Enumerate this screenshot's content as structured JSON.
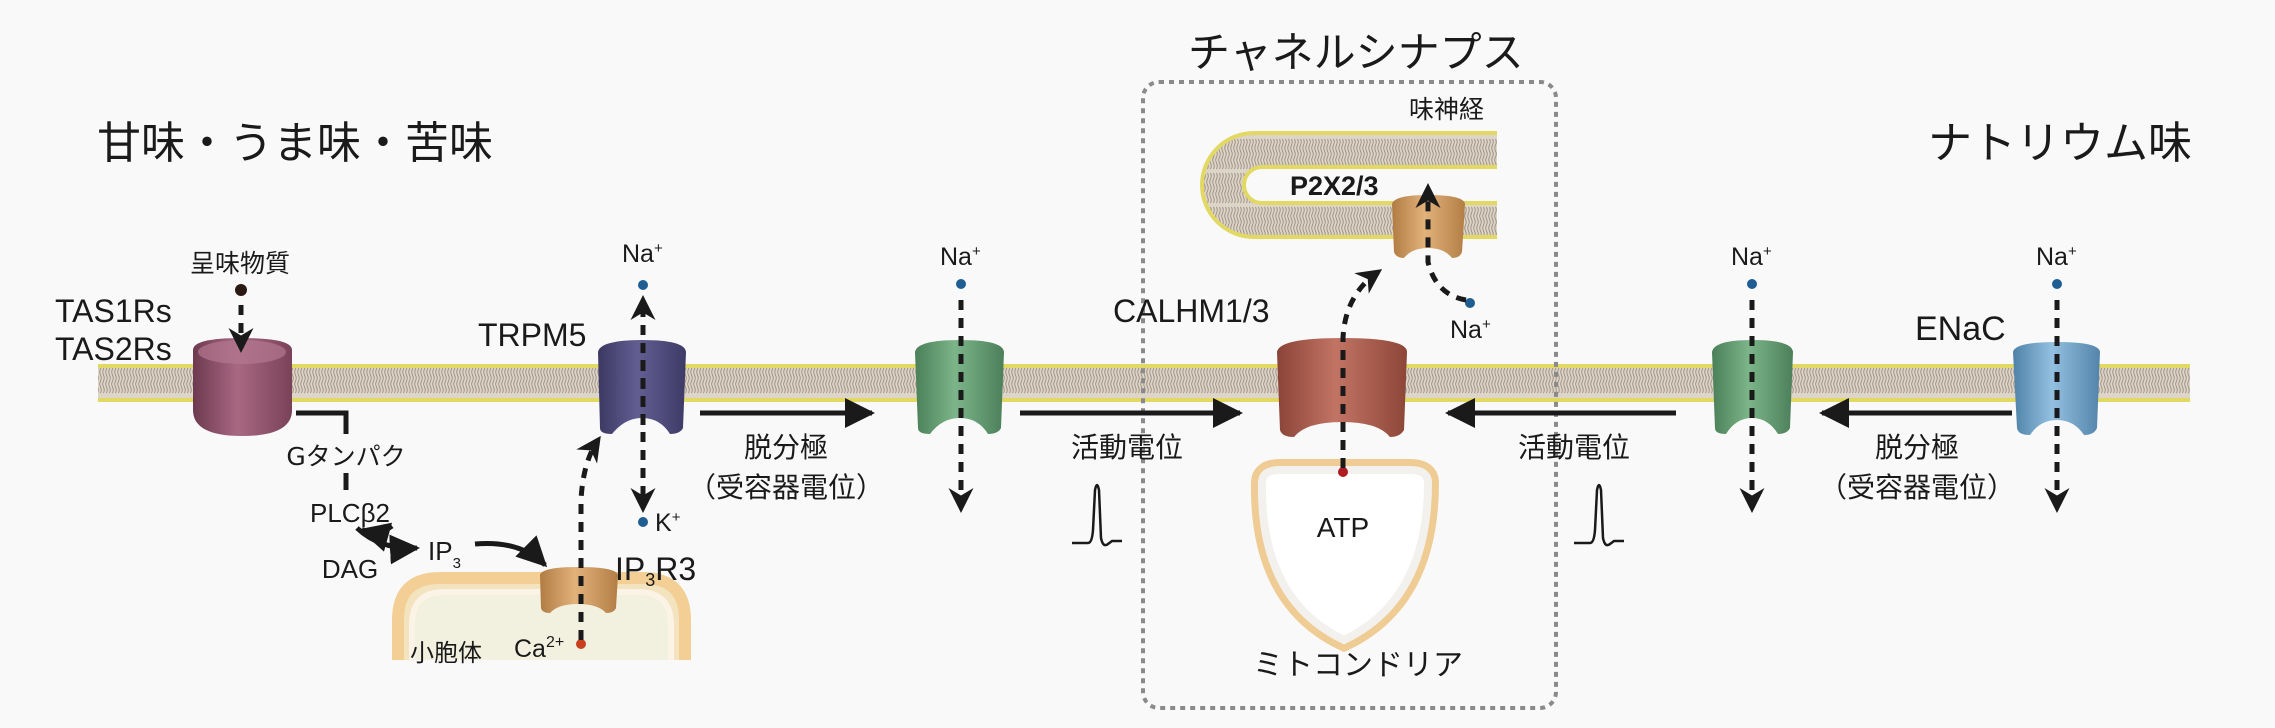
{
  "titles": {
    "sweet_umami_bitter": "甘味・うま味・苦味",
    "channel_synapse": "チャネルシナプス",
    "sodium": "ナトリウム味"
  },
  "labels": {
    "tastant": "呈味物質",
    "tas1rs": "TAS1Rs",
    "tas2rs": "TAS2Rs",
    "trpm5": "TRPM5",
    "g_protein": "Gタンパク",
    "plcb2": "PLCβ2",
    "dag": "DAG",
    "ip3": "IP",
    "ip3_sub": "3",
    "ip3r3_a": "IP",
    "ip3r3_sub": "3",
    "ip3r3_b": "R3",
    "er": "小胞体",
    "ca": "Ca",
    "ca_sup": "2+",
    "na": "Na",
    "na_sup": "+",
    "k": "K",
    "k_sup": "+",
    "depolarization": "脱分極",
    "receptor_potential": "（受容器電位）",
    "action_potential": "活動電位",
    "calhm": "CALHM1/3",
    "taste_nerve": "味神経",
    "p2x": "P2X2/3",
    "atp": "ATP",
    "mitochondria": "ミトコンドリア",
    "enac": "ENaC"
  },
  "colors": {
    "receptor": "#8e4f68",
    "trpm5": "#4f4a78",
    "navchannel": "#5e9a6c",
    "calhm": "#a85a4c",
    "p2x": "#cf9a5e",
    "enac": "#6e9ec3",
    "ion_na": "#1f5d93",
    "ion_ca": "#c9401f",
    "atp": "#b01b22",
    "membrane_head": "#e2d965",
    "membrane_tail": "#b8a89a",
    "box": "#8a8a8a"
  }
}
